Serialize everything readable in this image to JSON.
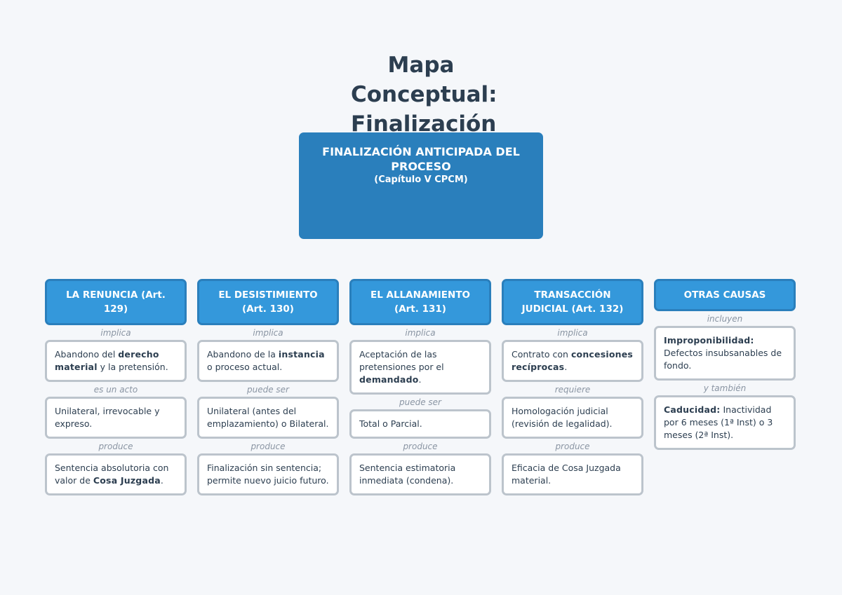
{
  "title": "Mapa Conceptual: Finalización del Proceso (CPCM)",
  "main": {
    "title": "FINALIZACIÓN ANTICIPADA DEL PROCESO",
    "subtitle": "(Capítulo V CPCM)"
  },
  "columns": [
    {
      "header": "LA RENUNCIA (Art. 129)",
      "items": [
        {
          "connector": "implica",
          "text": [
            "Abandono del ",
            {
              "b": "derecho material"
            },
            " y la pretensión."
          ]
        },
        {
          "connector": "es un acto",
          "text": [
            "Unilateral, irrevocable y expreso."
          ]
        },
        {
          "connector": "produce",
          "text": [
            "Sentencia absolutoria con valor de ",
            {
              "b": "Cosa Juzgada"
            },
            "."
          ]
        }
      ]
    },
    {
      "header": "EL DESISTIMIENTO (Art. 130)",
      "items": [
        {
          "connector": "implica",
          "text": [
            "Abandono de la ",
            {
              "b": "instancia"
            },
            " o proceso actual."
          ]
        },
        {
          "connector": "puede ser",
          "text": [
            "Unilateral (antes del emplazamiento) o Bilateral."
          ]
        },
        {
          "connector": "produce",
          "text": [
            "Finalización sin sentencia; permite nuevo juicio futuro."
          ]
        }
      ]
    },
    {
      "header": "EL ALLANAMIENTO (Art. 131)",
      "items": [
        {
          "connector": "implica",
          "text": [
            "Aceptación de las pretensiones por el ",
            {
              "b": "demandado"
            },
            "."
          ]
        },
        {
          "connector": "puede ser",
          "text": [
            "Total o Parcial."
          ]
        },
        {
          "connector": "produce",
          "text": [
            "Sentencia estimatoria inmediata (condena)."
          ]
        }
      ]
    },
    {
      "header": "TRANSACCIÓN JUDICIAL (Art. 132)",
      "items": [
        {
          "connector": "implica",
          "text": [
            "Contrato con ",
            {
              "b": "concesiones recíprocas"
            },
            "."
          ]
        },
        {
          "connector": "requiere",
          "text": [
            "Homologación judicial (revisión de legalidad)."
          ]
        },
        {
          "connector": "produce",
          "text": [
            "Eficacia de Cosa Juzgada material."
          ]
        }
      ]
    },
    {
      "header": "OTRAS CAUSAS",
      "items": [
        {
          "connector": "incluyen",
          "text": [
            {
              "b": "Improponibilidad:"
            },
            " Defectos insubsanables de fondo."
          ]
        },
        {
          "connector": "y también",
          "text": [
            {
              "b": "Caducidad:"
            },
            " Inactividad por 6 meses (1ª Inst) o 3 meses (2ª Inst)."
          ]
        }
      ]
    }
  ]
}
